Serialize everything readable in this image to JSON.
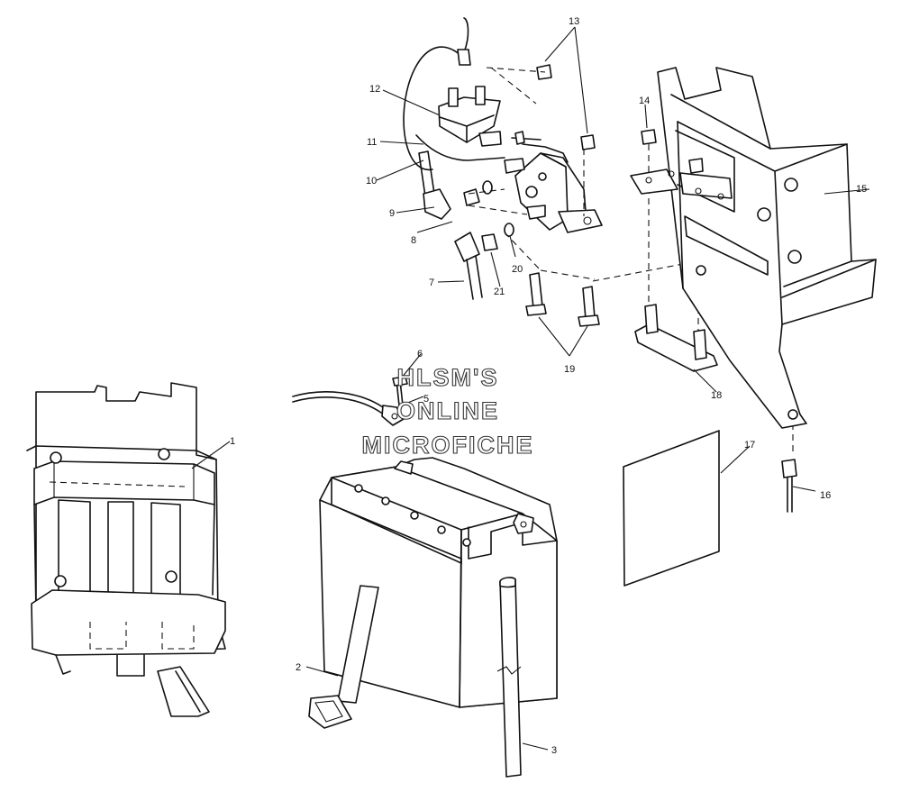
{
  "watermark": {
    "line1": "HLSM'S",
    "line2": "ONLINE",
    "line3": "MICROFICHE"
  },
  "callouts": {
    "c1": "1",
    "c2": "2",
    "c3": "3",
    "c5": "5",
    "c6": "6",
    "c7": "7",
    "c8": "8",
    "c9": "9",
    "c10": "10",
    "c11": "11",
    "c12": "12",
    "c13": "13",
    "c14": "14",
    "c15": "15",
    "c16": "16",
    "c17": "17",
    "c18": "18",
    "c19": "19",
    "c20": "20",
    "c21": "21"
  }
}
